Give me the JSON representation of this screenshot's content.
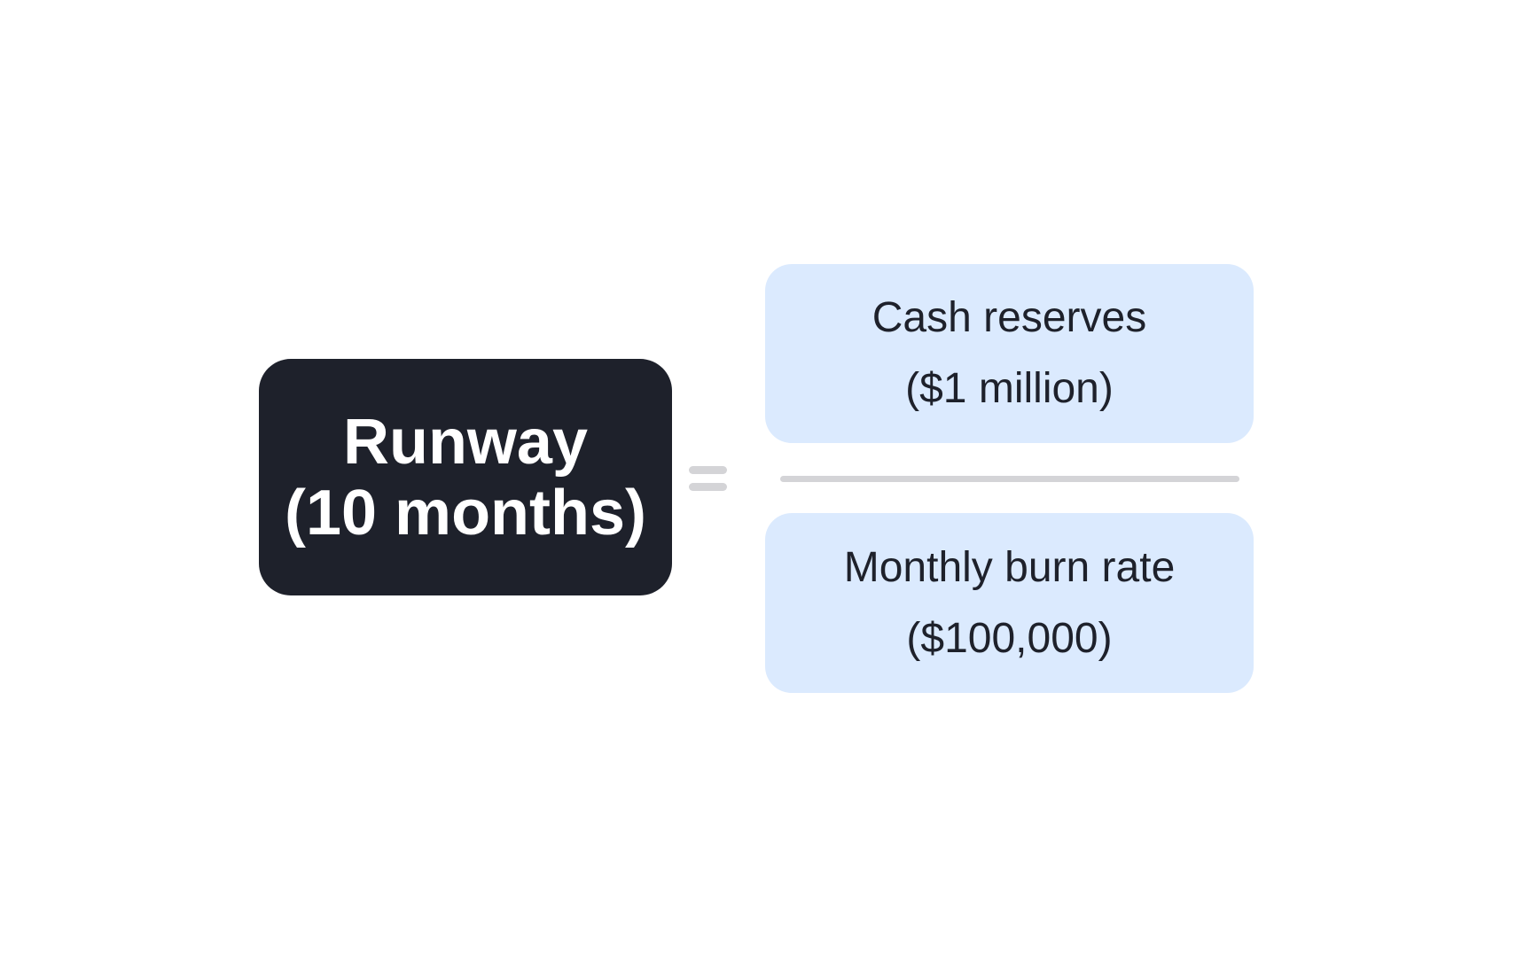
{
  "diagram": {
    "result_box": {
      "line1": "Runway",
      "line2": "(10 months)"
    },
    "operator": {
      "symbol": "=",
      "name": "equals"
    },
    "fraction": {
      "numerator": {
        "line1": "Cash reserves",
        "line2": "($1 million)"
      },
      "denominator": {
        "line1": "Monthly burn rate",
        "line2": "($100,000)"
      }
    }
  },
  "colors": {
    "background": "#ffffff",
    "result_box_bg": "#1e212b",
    "result_box_text": "#ffffff",
    "operand_box_bg": "#dbeafe",
    "operand_box_text": "#1e212b",
    "divider": "#d4d4d7"
  }
}
